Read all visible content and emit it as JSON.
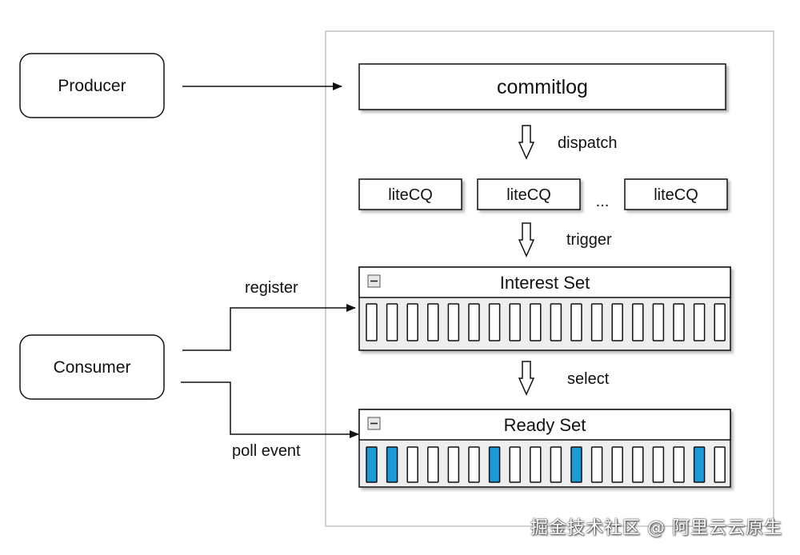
{
  "nodes": {
    "producer": "Producer",
    "consumer": "Consumer",
    "commitlog": "commitlog",
    "litecq": [
      "liteCQ",
      "liteCQ",
      "liteCQ"
    ],
    "ellipsis": "...",
    "interest_set": {
      "title": "Interest Set",
      "slots": [
        0,
        0,
        0,
        0,
        0,
        0,
        0,
        0,
        0,
        0,
        0,
        0,
        0,
        0,
        0,
        0,
        0,
        0
      ]
    },
    "ready_set": {
      "title": "Ready Set",
      "slots": [
        1,
        1,
        0,
        0,
        0,
        0,
        1,
        0,
        0,
        0,
        1,
        0,
        0,
        0,
        0,
        0,
        1,
        0
      ]
    }
  },
  "edges": {
    "dispatch": "dispatch",
    "trigger": "trigger",
    "select": "select",
    "register": "register",
    "poll_event": "poll event"
  },
  "colors": {
    "filled_slot": "#1a9ad6",
    "empty_slot": "#ffffff",
    "set_background": "#eeeeee"
  },
  "watermark": "掘金技术社区 @ 阿里云云原生"
}
